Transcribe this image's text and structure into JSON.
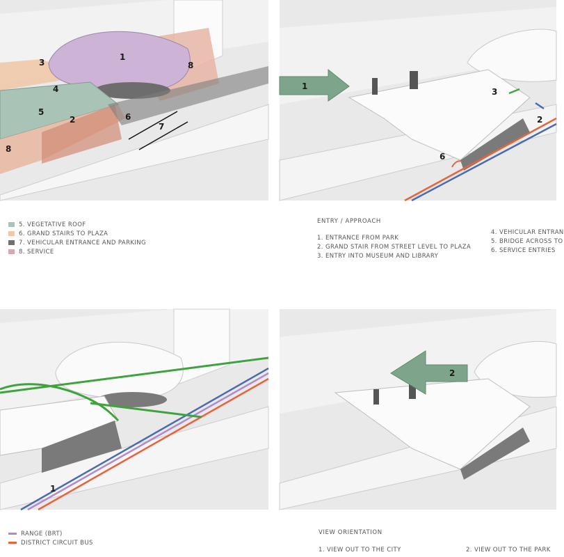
{
  "panel1": {
    "labels": [
      "1",
      "3",
      "8",
      "4",
      "5",
      "2",
      "6",
      "7",
      "8"
    ],
    "legend": [
      {
        "text": "5. VEGETATIVE ROOF",
        "color": "#a9c3b6"
      },
      {
        "text": "6. GRAND STAIRS TO PLAZA",
        "color": "#f1c7ad"
      },
      {
        "text": "7. VEHICULAR ENTRANCE AND PARKING",
        "color": "#6f6f6f"
      },
      {
        "text": "8. SERVICE",
        "color": "#d9a9b3"
      }
    ]
  },
  "panel2": {
    "labels": [
      "1",
      "3",
      "2",
      "6"
    ],
    "heading": "ENTRY / APPROACH",
    "list_left": [
      "1. ENTRANCE FROM PARK",
      "2. GRAND STAIR FROM STREET LEVEL TO PLAZA",
      "3. ENTRY INTO MUSEUM AND LIBRARY"
    ],
    "list_right": [
      "4. VEHICULAR ENTRAN",
      "5. BRIDGE ACROSS TO",
      "6. SERVICE ENTRIES"
    ]
  },
  "panel3": {
    "labels": [
      "1"
    ],
    "legend": [
      {
        "text": "RANGE (BRT)",
        "color": "#b08ad0"
      },
      {
        "text": "DISTRICT CIRCUIT BUS",
        "color": "#e8633a"
      }
    ]
  },
  "panel4": {
    "labels": [
      "2"
    ],
    "heading": "VIEW ORIENTATION",
    "item1": "1. VIEW OUT TO THE CITY",
    "item2": "2. VIEW OUT TO THE PARK"
  }
}
